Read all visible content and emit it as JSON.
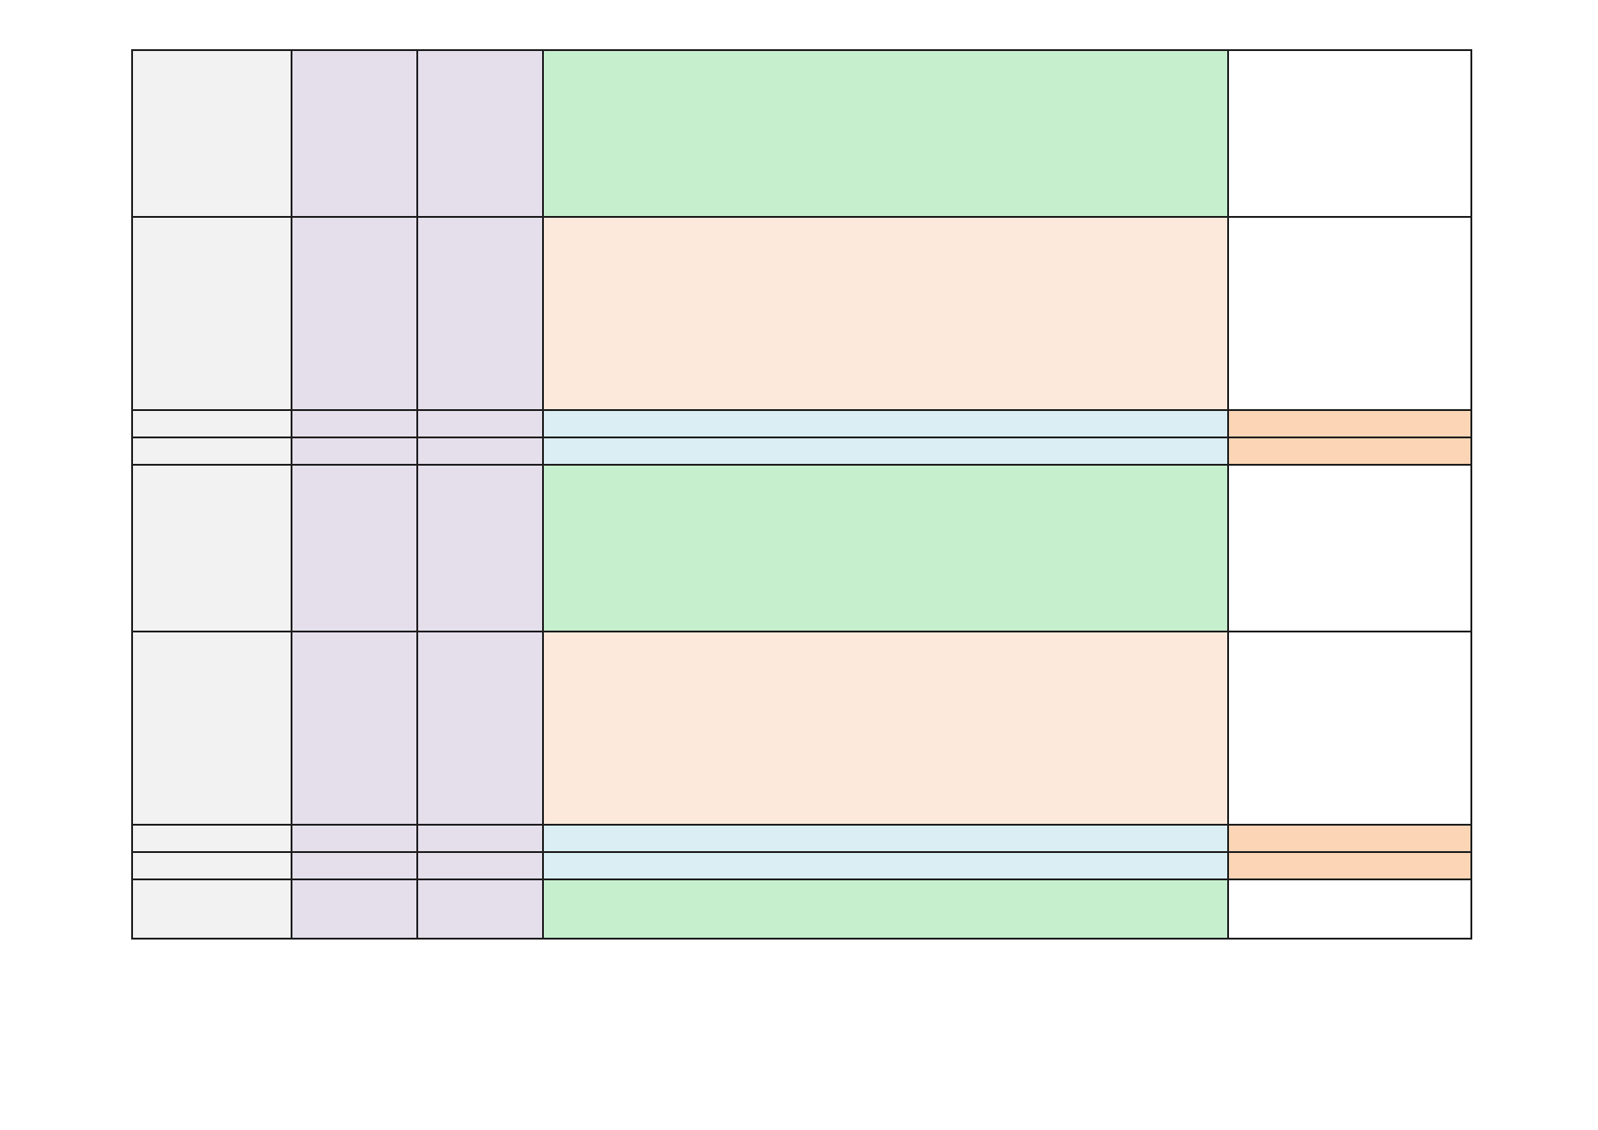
{
  "colors": {
    "border": "#1f1f1f",
    "first_column": "#f2f2f2",
    "lavender_columns": "#e5dfec",
    "green_block": "#c6efce",
    "peach_block": "#fce9db",
    "light_blue_block": "#daeef3",
    "orange_cell": "#fbd5b5",
    "blank": "#ffffff"
  },
  "table": {
    "rows": [
      {
        "kind": "h-tall",
        "cells": [
          "",
          "",
          "",
          "",
          ""
        ],
        "fills": [
          "first_column",
          "lavender_columns",
          "lavender_columns",
          "green_block",
          "blank"
        ]
      },
      {
        "kind": "h-xtall",
        "cells": [
          "",
          "",
          "",
          "",
          ""
        ],
        "fills": [
          "first_column",
          "lavender_columns",
          "lavender_columns",
          "peach_block",
          "blank"
        ]
      },
      {
        "kind": "h-thin",
        "cells": [
          "",
          "",
          "",
          "",
          ""
        ],
        "fills": [
          "first_column",
          "lavender_columns",
          "lavender_columns",
          "light_blue_block",
          "orange_cell"
        ]
      },
      {
        "kind": "h-thin",
        "cells": [
          "",
          "",
          "",
          "",
          ""
        ],
        "fills": [
          "first_column",
          "lavender_columns",
          "lavender_columns",
          "light_blue_block",
          "orange_cell"
        ]
      },
      {
        "kind": "h-tall",
        "cells": [
          "",
          "",
          "",
          "",
          ""
        ],
        "fills": [
          "first_column",
          "lavender_columns",
          "lavender_columns",
          "green_block",
          "blank"
        ]
      },
      {
        "kind": "h-xtall",
        "cells": [
          "",
          "",
          "",
          "",
          ""
        ],
        "fills": [
          "first_column",
          "lavender_columns",
          "lavender_columns",
          "peach_block",
          "blank"
        ]
      },
      {
        "kind": "h-thin",
        "cells": [
          "",
          "",
          "",
          "",
          ""
        ],
        "fills": [
          "first_column",
          "lavender_columns",
          "lavender_columns",
          "light_blue_block",
          "orange_cell"
        ]
      },
      {
        "kind": "h-thin",
        "cells": [
          "",
          "",
          "",
          "",
          ""
        ],
        "fills": [
          "first_column",
          "lavender_columns",
          "lavender_columns",
          "light_blue_block",
          "orange_cell"
        ]
      },
      {
        "kind": "h-end",
        "cells": [
          "",
          "",
          "",
          "",
          ""
        ],
        "fills": [
          "first_column",
          "lavender_columns",
          "lavender_columns",
          "green_block",
          "blank"
        ]
      }
    ]
  }
}
